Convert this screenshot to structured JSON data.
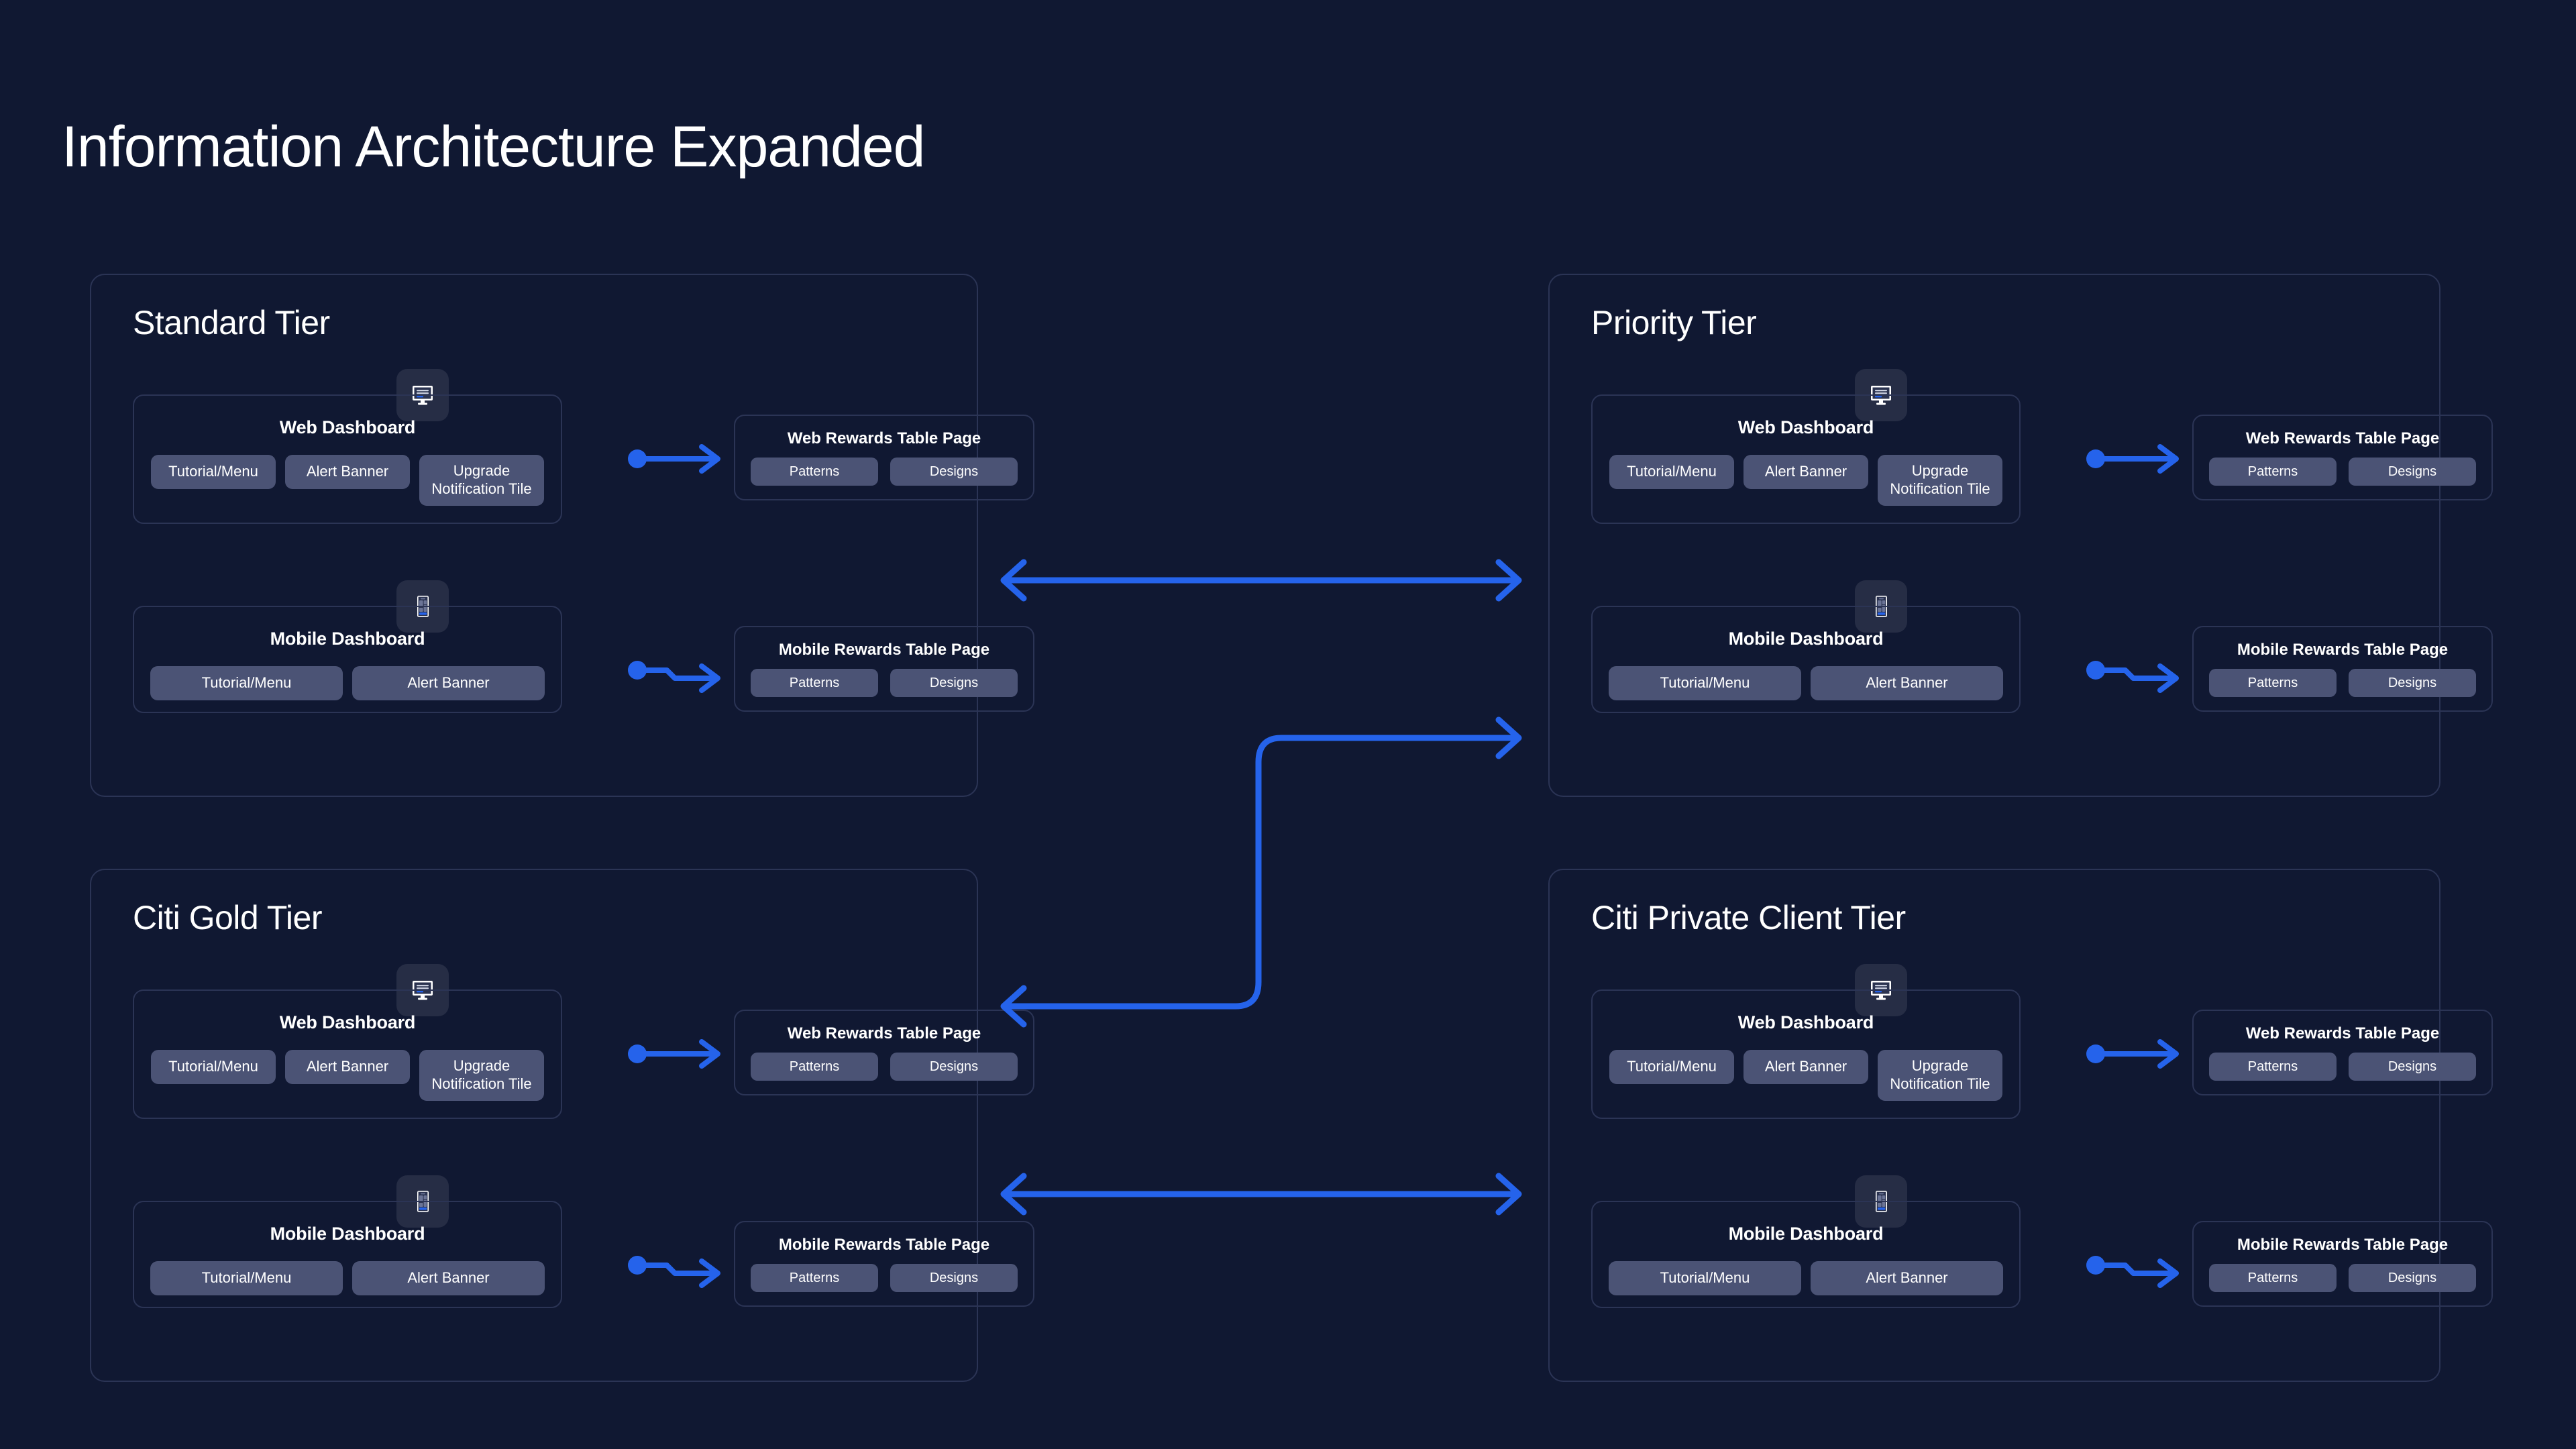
{
  "page": {
    "title": "Information Architecture Expanded",
    "background_color": "#101832",
    "accent_color": "#2563eb",
    "pill_color": "#4b5375",
    "panel_border_color": "#2b3455"
  },
  "labels": {
    "web_dashboard": "Web Dashboard",
    "mobile_dashboard": "Mobile Dashboard",
    "web_rewards": "Web Rewards Table Page",
    "mobile_rewards": "Mobile Rewards Table Page",
    "tutorial_menu": "Tutorial/Menu",
    "alert_banner": "Alert Banner",
    "upgrade_tile": "Upgrade Notification Tile",
    "patterns": "Patterns",
    "designs": "Designs"
  },
  "tiers": [
    {
      "id": "standard",
      "title": "Standard Tier",
      "position": "top-left",
      "web": {
        "icon": "desktop-monitor-icon",
        "dashboard": "Web Dashboard",
        "pills": [
          "Tutorial/Menu",
          "Alert Banner",
          "Upgrade Notification Tile"
        ],
        "rewards": "Web Rewards Table Page",
        "rewards_pills": [
          "Patterns",
          "Designs"
        ]
      },
      "mobile": {
        "icon": "mobile-phone-icon",
        "dashboard": "Mobile Dashboard",
        "pills": [
          "Tutorial/Menu",
          "Alert Banner"
        ],
        "rewards": "Mobile Rewards Table Page",
        "rewards_pills": [
          "Patterns",
          "Designs"
        ]
      }
    },
    {
      "id": "priority",
      "title": "Priority Tier",
      "position": "top-right",
      "web": {
        "icon": "desktop-monitor-icon",
        "dashboard": "Web Dashboard",
        "pills": [
          "Tutorial/Menu",
          "Alert Banner",
          "Upgrade Notification Tile"
        ],
        "rewards": "Web Rewards Table Page",
        "rewards_pills": [
          "Patterns",
          "Designs"
        ]
      },
      "mobile": {
        "icon": "mobile-phone-icon",
        "dashboard": "Mobile Dashboard",
        "pills": [
          "Tutorial/Menu",
          "Alert Banner"
        ],
        "rewards": "Mobile Rewards Table Page",
        "rewards_pills": [
          "Patterns",
          "Designs"
        ]
      }
    },
    {
      "id": "citi-gold",
      "title": "Citi Gold Tier",
      "position": "bottom-left",
      "web": {
        "icon": "desktop-monitor-icon",
        "dashboard": "Web Dashboard",
        "pills": [
          "Tutorial/Menu",
          "Alert Banner",
          "Upgrade Notification Tile"
        ],
        "rewards": "Web Rewards Table Page",
        "rewards_pills": [
          "Patterns",
          "Designs"
        ]
      },
      "mobile": {
        "icon": "mobile-phone-icon",
        "dashboard": "Mobile Dashboard",
        "pills": [
          "Tutorial/Menu",
          "Alert Banner"
        ],
        "rewards": "Mobile Rewards Table Page",
        "rewards_pills": [
          "Patterns",
          "Designs"
        ]
      }
    },
    {
      "id": "citi-private-client",
      "title": "Citi Private Client Tier",
      "position": "bottom-right",
      "web": {
        "icon": "desktop-monitor-icon",
        "dashboard": "Web Dashboard",
        "pills": [
          "Tutorial/Menu",
          "Alert Banner",
          "Upgrade Notification Tile"
        ],
        "rewards": "Web Rewards Table Page",
        "rewards_pills": [
          "Patterns",
          "Designs"
        ]
      },
      "mobile": {
        "icon": "mobile-phone-icon",
        "dashboard": "Mobile Dashboard",
        "pills": [
          "Tutorial/Menu",
          "Alert Banner"
        ],
        "rewards": "Mobile Rewards Table Page",
        "rewards_pills": [
          "Patterns",
          "Designs"
        ]
      }
    }
  ],
  "connectors": [
    {
      "id": "standard-priority-web",
      "style": "double-arrow-horizontal"
    },
    {
      "id": "priority-citi-gold-cross",
      "style": "z-shaped-double-arrow"
    },
    {
      "id": "citi-gold-private-client",
      "style": "double-arrow-horizontal"
    }
  ]
}
